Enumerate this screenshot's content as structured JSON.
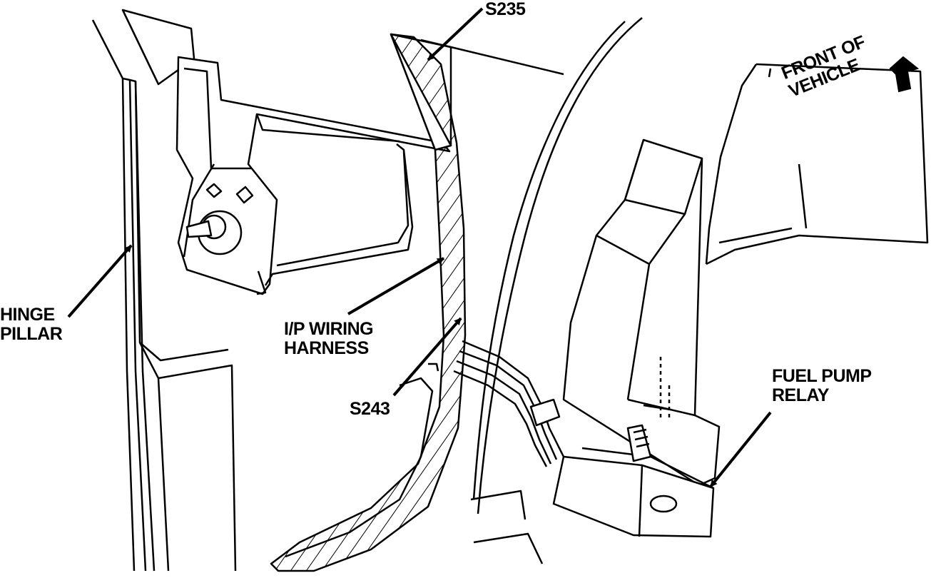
{
  "labels": {
    "s235": "S235",
    "front_of_vehicle": [
      "FRONT OF",
      "VEHICLE"
    ],
    "hinge_pillar": [
      "HINGE",
      "PILLAR"
    ],
    "ip_wiring_harness": [
      "I/P WIRING",
      "HARNESS"
    ],
    "s243": "S243",
    "fuel_pump_relay": [
      "FUEL PUMP",
      "RELAY"
    ]
  },
  "colors": {
    "line": "#000000",
    "background": "#ffffff"
  }
}
